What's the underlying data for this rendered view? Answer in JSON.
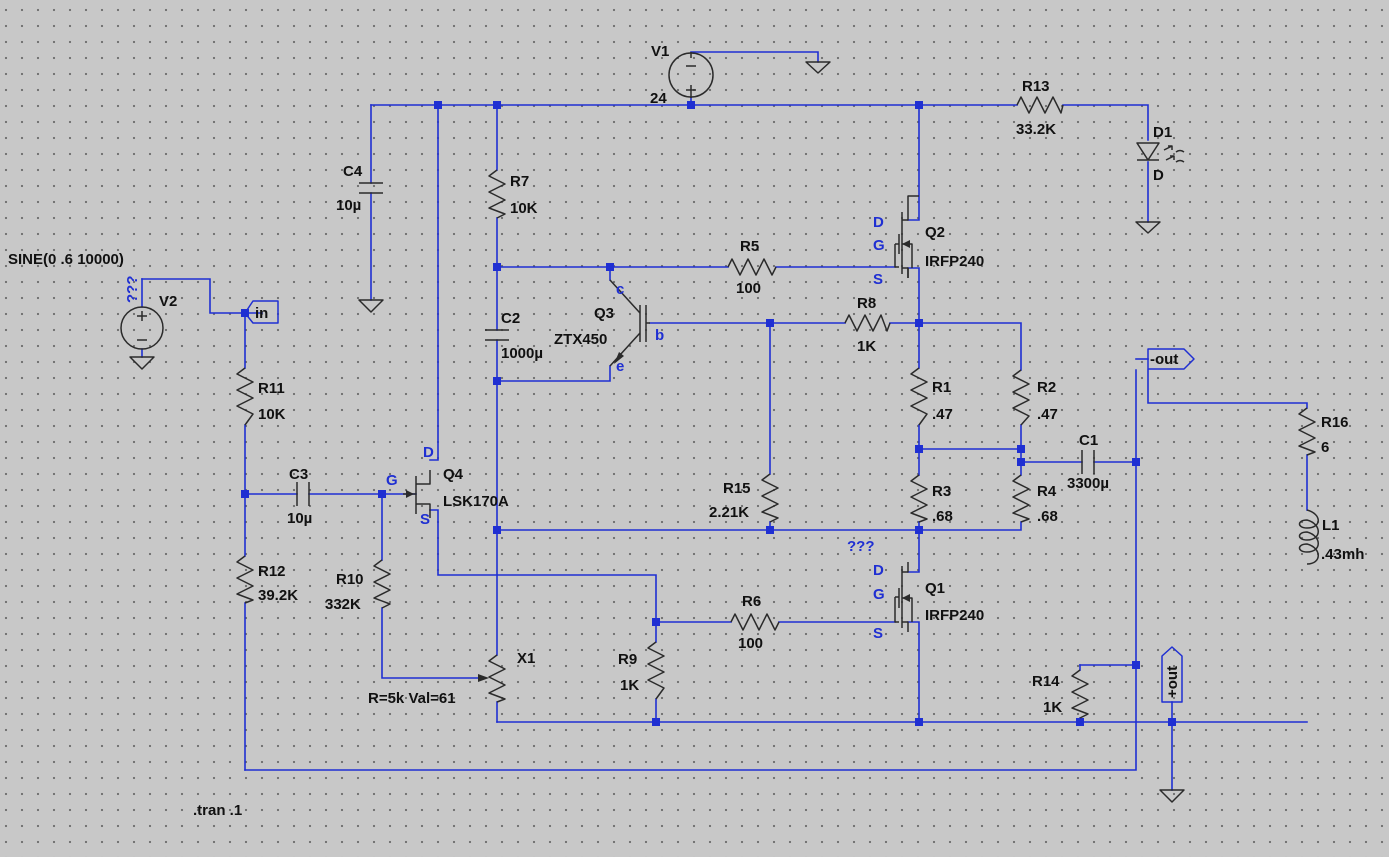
{
  "components": {
    "v1": {
      "name": "V1",
      "value": "24"
    },
    "v2": {
      "name": "V2",
      "value": "SINE(0 .6 10000)",
      "marker": "???"
    },
    "c1": {
      "name": "C1",
      "value": "3300µ"
    },
    "c2": {
      "name": "C2",
      "value": "1000µ"
    },
    "c3": {
      "name": "C3",
      "value": "10µ"
    },
    "c4": {
      "name": "C4",
      "value": "10µ"
    },
    "r1": {
      "name": "R1",
      "value": ".47"
    },
    "r2": {
      "name": "R2",
      "value": ".47"
    },
    "r3": {
      "name": "R3",
      "value": ".68"
    },
    "r4": {
      "name": "R4",
      "value": ".68"
    },
    "r5": {
      "name": "R5",
      "value": "100"
    },
    "r6": {
      "name": "R6",
      "value": "100"
    },
    "r7": {
      "name": "R7",
      "value": "10K"
    },
    "r8": {
      "name": "R8",
      "value": "1K"
    },
    "r9": {
      "name": "R9",
      "value": "1K"
    },
    "r10": {
      "name": "R10",
      "value": "332K"
    },
    "r11": {
      "name": "R11",
      "value": "10K"
    },
    "r12": {
      "name": "R12",
      "value": "39.2K"
    },
    "r13": {
      "name": "R13",
      "value": "33.2K"
    },
    "r14": {
      "name": "R14",
      "value": "1K"
    },
    "r15": {
      "name": "R15",
      "value": "2.21K"
    },
    "r16": {
      "name": "R16",
      "value": "6"
    },
    "l1": {
      "name": "L1",
      "value": ".43mh"
    },
    "d1": {
      "name": "D1",
      "value": "D"
    },
    "q1": {
      "name": "Q1",
      "value": "IRFP240",
      "marker": "???"
    },
    "q2": {
      "name": "Q2",
      "value": "IRFP240"
    },
    "q3": {
      "name": "Q3",
      "value": "ZTX450"
    },
    "q4": {
      "name": "Q4",
      "value": "LSK170A"
    },
    "x1": {
      "name": "X1",
      "value": "R=5k Val=61"
    }
  },
  "pins": {
    "drain": "D",
    "gate": "G",
    "source": "S",
    "collector": "c",
    "base": "b",
    "emitter": "e"
  },
  "net_labels": {
    "in": "in",
    "out_neg": "-out",
    "out_pos": "+out"
  },
  "directive": ".tran .1",
  "colors": {
    "background": "#c8c8c8",
    "grid_dots": "#6c6c6c",
    "wire": "#1f2fd2",
    "component": "#2b2b2b",
    "text": "#111111",
    "pin_text": "#1f2fd2"
  }
}
